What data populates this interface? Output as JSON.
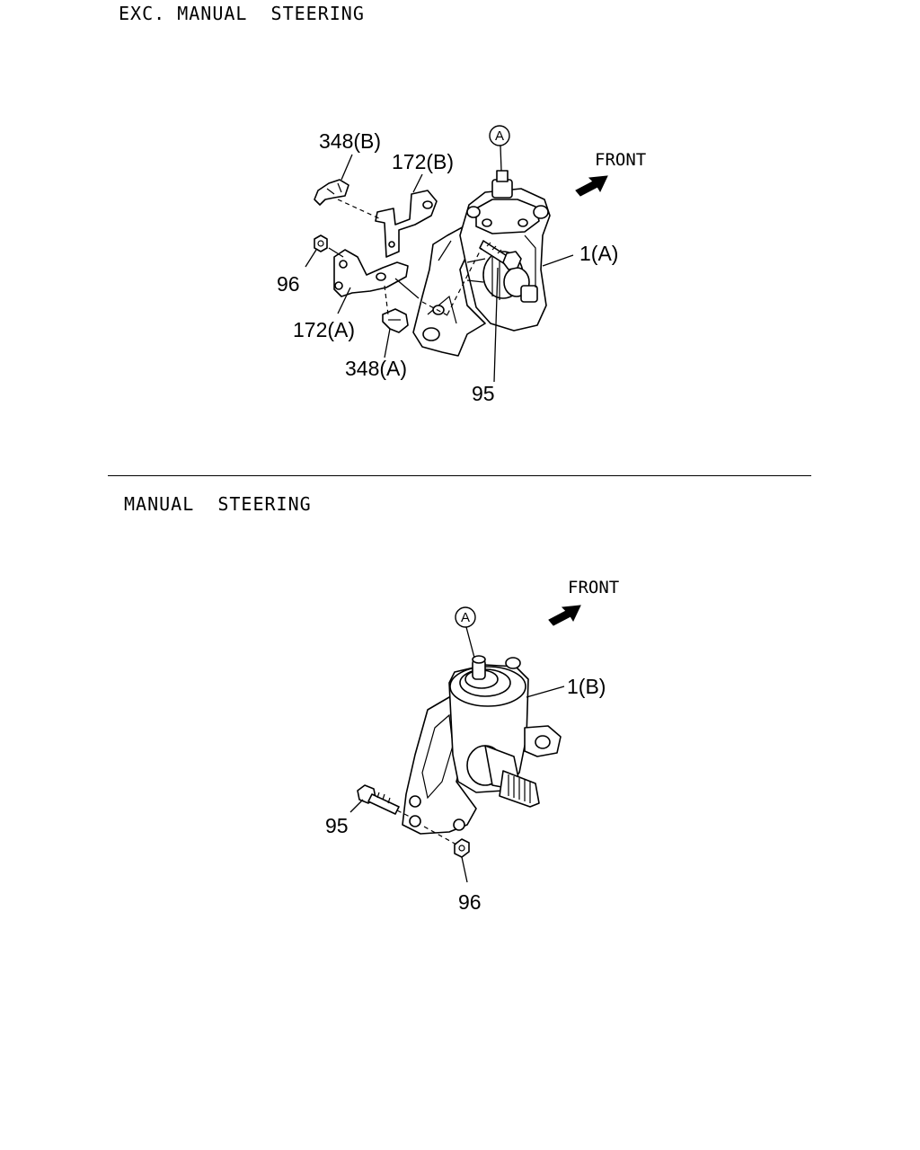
{
  "sections": [
    {
      "title": "EXC. MANUAL  STEERING",
      "front_label": "FRONT",
      "reference_mark": "A",
      "callouts": {
        "p348b": "348(B)",
        "p172b": "172(B)",
        "p1a": "1(A)",
        "p96": "96",
        "p172a": "172(A)",
        "p348a": "348(A)",
        "p95": "95"
      }
    },
    {
      "title": "MANUAL  STEERING",
      "front_label": "FRONT",
      "reference_mark": "A",
      "callouts": {
        "p1b": "1(B)",
        "p95": "95",
        "p96": "96"
      }
    }
  ],
  "icons": {
    "front_arrow": "front-arrow-icon",
    "reference_circle": "circled-letter-icon"
  }
}
